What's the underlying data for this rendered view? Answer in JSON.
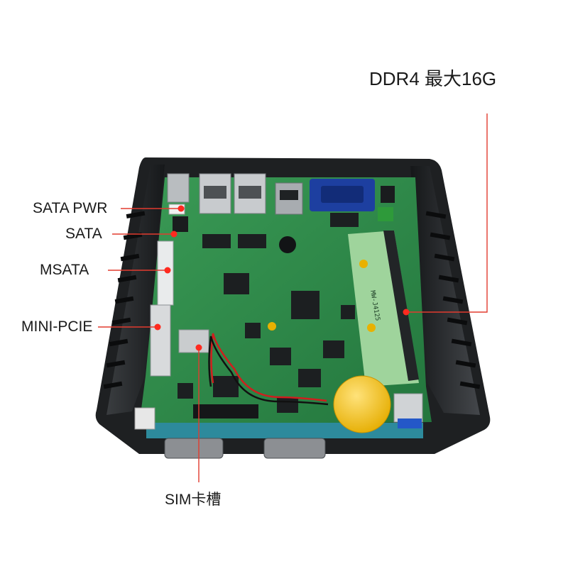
{
  "callouts": {
    "ram": "DDR4 最大16G",
    "sata_pwr": "SATA PWR",
    "sata": "SATA",
    "msata": "MSATA",
    "mini_pcie": "MINI-PCIE",
    "sim": "SIM卡槽"
  },
  "board": {
    "model_marking": "MW-J4125"
  },
  "colors": {
    "chassis": "#1e2022",
    "pcb": "#2e8a4a",
    "callout_line": "#e23b2f",
    "callout_dot": "#ff2a1f",
    "battery": "#f2c21a",
    "vga_port": "#1d3fa0"
  }
}
